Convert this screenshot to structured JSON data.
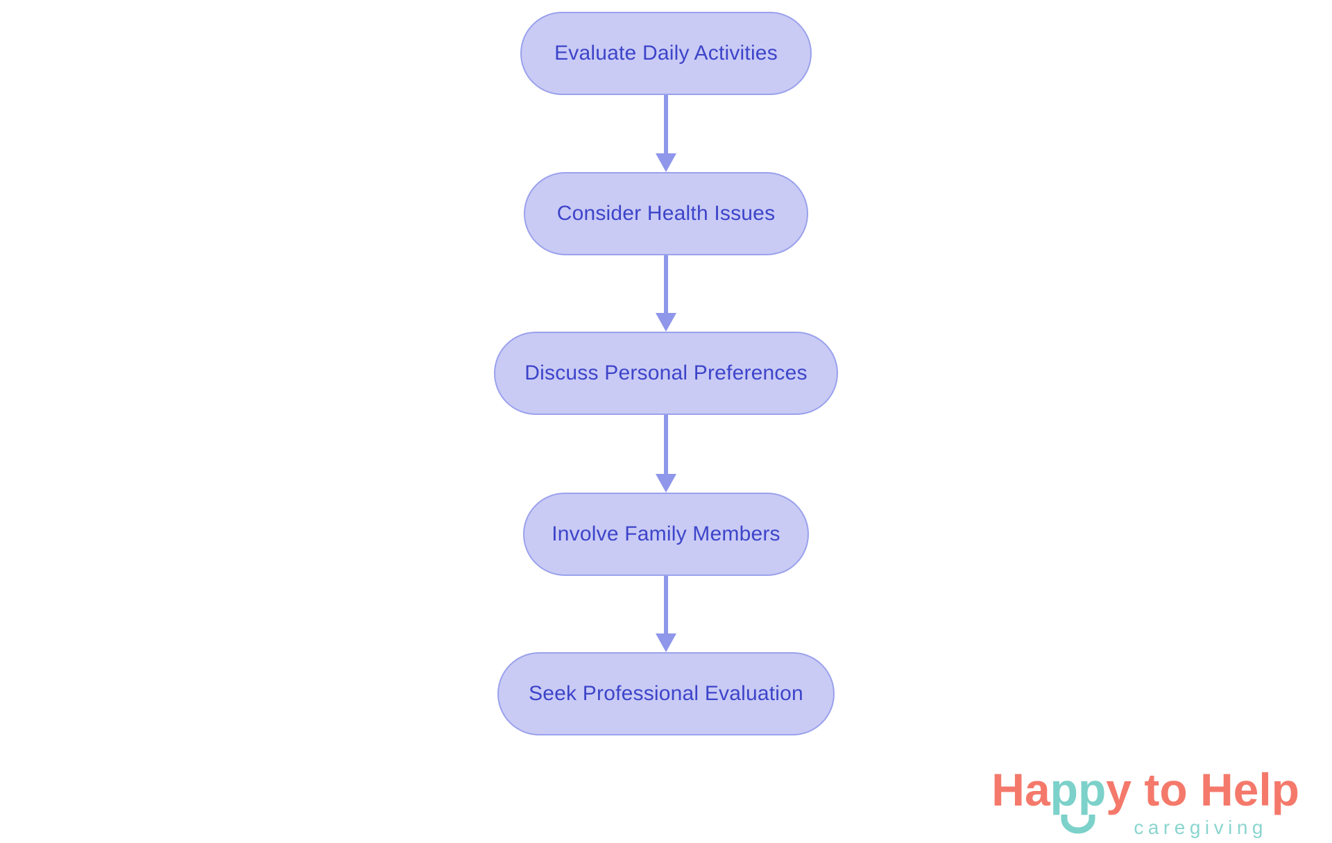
{
  "flowchart": {
    "nodes": [
      {
        "label": "Evaluate Daily Activities"
      },
      {
        "label": "Consider Health Issues"
      },
      {
        "label": "Discuss Personal Preferences"
      },
      {
        "label": "Involve Family Members"
      },
      {
        "label": "Seek Professional Evaluation"
      }
    ],
    "edges": [
      {
        "from": "Evaluate Daily Activities",
        "to": "Consider Health Issues"
      },
      {
        "from": "Consider Health Issues",
        "to": "Discuss Personal Preferences"
      },
      {
        "from": "Discuss Personal Preferences",
        "to": "Involve Family Members"
      },
      {
        "from": "Involve Family Members",
        "to": "Seek Professional Evaluation"
      }
    ]
  },
  "logo": {
    "word_part_1": "Ha",
    "word_part_2": "pp",
    "word_part_3": "y to Help",
    "tagline": "caregiving",
    "smile_icon": "smile-arc-icon"
  },
  "colors": {
    "background": "#ffffff",
    "node_fill": "#c9cbf5",
    "node_border": "#9aa1ec",
    "node_text": "#3d44c9",
    "arrow": "#8f97ea",
    "logo_coral": "#f4796b",
    "logo_teal": "#7cd1ca",
    "tagline_teal": "#8ad5cf"
  }
}
